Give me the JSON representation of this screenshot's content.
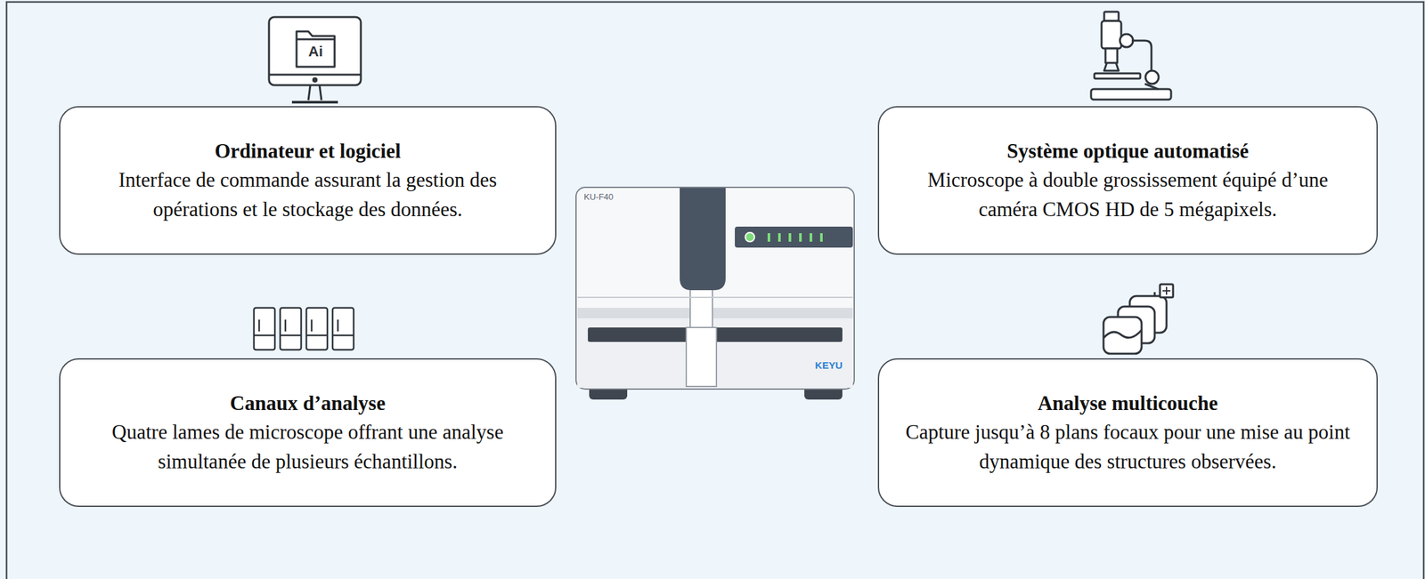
{
  "diagram": {
    "nodes": [
      {
        "text": [
          "Ordinateur et logiciel",
          "Interface de commande assurant la gestion des opérations et le stockage des données."
        ]
      },
      {
        "text": [
          "Canaux d’analyse",
          "Quatre lames de microscope offrant une analyse simultanée de plusieurs échantillons."
        ]
      },
      {
        "text": [
          "Système optique automatisé",
          "Microscope à double grossissement équipé d’une caméra CMOS HD de 5 mégapixels."
        ]
      },
      {
        "text": [
          "Analyse multicouche",
          "Capture jusqu’à 8 plans focaux pour une mise au point dynamique des structures observées."
        ]
      }
    ],
    "labels": [
      "Ai",
      "KU-F40",
      "KEYU"
    ]
  }
}
